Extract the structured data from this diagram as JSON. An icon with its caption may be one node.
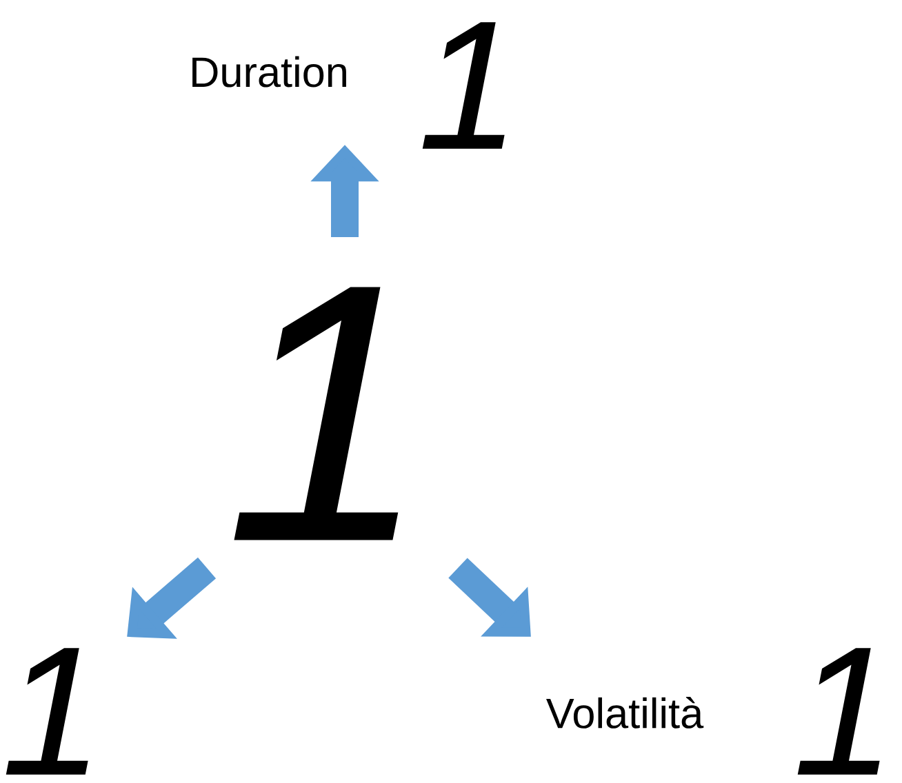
{
  "diagram": {
    "nodes": [
      {
        "text": [
          "1"
        ]
      },
      {
        "text": [
          "1"
        ],
        "beside": [
          "Duration"
        ]
      },
      {
        "text": [
          "1"
        ]
      },
      {
        "text": [
          "1"
        ],
        "beside": [
          "Volatilità"
        ]
      }
    ],
    "edges": [
      {
        "from": 0,
        "to": 1,
        "arrow": "to"
      },
      {
        "from": 0,
        "to": 2,
        "arrow": "to"
      },
      {
        "from": 0,
        "to": 3,
        "arrow": "to"
      }
    ]
  }
}
